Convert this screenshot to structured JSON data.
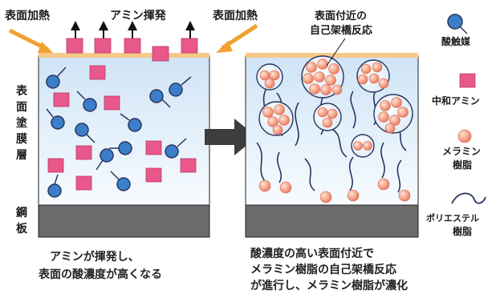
{
  "labels": {
    "surface_heating_left": "表面加熱",
    "amine_volatilization": "アミン揮発",
    "surface_heating_right": "表面加熱",
    "crosslink_line1": "表面付近の",
    "crosslink_line2": "自己架橋反応",
    "coating_layer_chars": [
      "表",
      "面",
      "塗",
      "膜",
      "層"
    ],
    "steel_plate_chars": [
      "鋼",
      "板"
    ]
  },
  "legend": {
    "acid_catalyst": "酸触媒",
    "neutralizing_amine": "中和アミン",
    "melamine_line1": "メラミン",
    "melamine_line2": "樹脂",
    "polyester_line1": "ポリエステル",
    "polyester_line2": "樹脂"
  },
  "captions": {
    "left_line1": "アミンが揮発し、",
    "left_line2": "表面の酸濃度が高くなる",
    "right_line1": "酸濃度の高い表面付近で",
    "right_line2": "メラミン樹脂の自己架橋反応",
    "right_line3": "が進行し、メラミン樹脂が濃化"
  },
  "colors": {
    "acid_catalyst": "#3b7ec9",
    "neutralizing_amine": "#e8588a",
    "melamine_resin": "#f29a82",
    "polyester_resin": "#2a3560",
    "steel_plate": "#6b6b6b",
    "heat_arrow": "#f0a030",
    "surface_film": "#f7c98a"
  }
}
